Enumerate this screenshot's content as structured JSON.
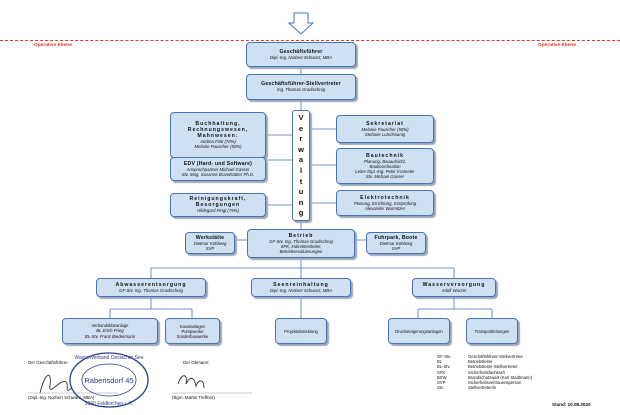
{
  "operative": {
    "left": "Operative Ebene",
    "right": "Operative Ebene"
  },
  "gf": {
    "title": "Geschäftsführer",
    "sub": "Dipl.-Ing. Norbert Schwarz, MBA"
  },
  "gfs": {
    "title": "Geschäftsführer-Stellvertreter",
    "sub": "Ing. Thomas Gradischnig"
  },
  "buchhaltung": {
    "title": "Buchhaltung,",
    "title2": "Rechnungswesen,",
    "title3": "Mahnwesen:",
    "l1": "Andrea Fink (70%)",
    "l2": "Melanie Pauscher (50%)"
  },
  "sekretariat": {
    "title": "Sekretariat",
    "l1": "Melanie Pauscher (50%)",
    "l2": "Stefanie Lutschounig"
  },
  "edv": {
    "title": "EDV (Hard- und Software)",
    "l1": "Ansprechpartner Michael Gasser",
    "l2": "Stv. Mag. Susanne Brandstätter Ph.D."
  },
  "bautechnik": {
    "title": "Bautechnik",
    "l1": "Planung, Bauaufsicht,",
    "l2": "Baukoordination",
    "l3": "Leiter Dipl.-Ing. Peter Krameter",
    "l4": "Stv. Michael Gasser"
  },
  "reinigung": {
    "title": "Reinigungskraft,",
    "title2": "Besorgungen",
    "l1": "Hildegard Pingl (75%)"
  },
  "elektro": {
    "title": "Elektrotechnik",
    "l1": "Planung, Errichtung, Erstprüfung",
    "l2": "Alexander Wurmitzer"
  },
  "verwaltung": [
    "V",
    "e",
    "r",
    "w",
    "a",
    "l",
    "t",
    "u",
    "n",
    "g"
  ],
  "betrieb": {
    "title": "Betrieb",
    "l1": "GF-Stv. Ing. Thomas Gradischnig",
    "l2": "SFK, Indirekteinleiter,",
    "l3": "Betriebsevaluierungen"
  },
  "werkstaette": {
    "title": "Werkstätte",
    "l1": "Dietmar Kohlweg",
    "l2": "SVP"
  },
  "fuhrpark": {
    "title": "Fuhrpark, Boote",
    "l1": "Dietmar Kohlweg",
    "l2": "SVP"
  },
  "abwasser": {
    "title": "Abwasserentsorgung",
    "l1": "GF-Stv. Ing. Thomas Gradischnig"
  },
  "seen": {
    "title": "Seenreinhaltung",
    "l1": "Dipl.-Ing. Norbert Schwarz, MBA"
  },
  "wasser": {
    "title": "Wasserversorgung",
    "l1": "Adolf Wurzer"
  },
  "verband": {
    "title": "Verbandskläranlage",
    "l1": "BL Erich Prieg",
    "l2": "BL-Stv. Franz Biedermann"
  },
  "kanal": {
    "l1": "Kanalanlagen",
    "l2": "Pumpwerke",
    "l3": "Sonderbauwerke"
  },
  "projekt": {
    "l1": "Projektabwicklung"
  },
  "druck": {
    "l1": "Drucksteigerungsanlagen"
  },
  "transport": {
    "l1": "Transportleitungen"
  },
  "legend": [
    {
      "ab": "GF-Stv.",
      "full": "Geschäftsführer-Stellvertreter"
    },
    {
      "ab": "BL",
      "full": "Betriebsleiter"
    },
    {
      "ab": "BL-Stv.",
      "full": "Betriebsleiter-Stellvertreter"
    },
    {
      "ab": "SFK",
      "full": "Sicherheitsfachkraft"
    },
    {
      "ab": "BSW",
      "full": "Brandschutzwart (Karl Stadtmann)"
    },
    {
      "ab": "SVP",
      "full": "Sicherheitsvertrauensperson"
    },
    {
      "ab": "Stv.",
      "full": "Stellvertreter/in"
    }
  ],
  "signature": {
    "gf_label": "Der Geschäftsführer:",
    "gf_name": "(Dipl.-Ing. Norbert Schwarz, MBA)",
    "obmann_label": "Der Obmann:",
    "obmann_name": "(Bgm. Martin Treffner)"
  },
  "stamp": {
    "top": "Wasserverband Ossiacher See",
    "center": "Rabensdorf 45",
    "bottom": "9560 Feldkirchen i. K."
  },
  "stand": "Stand: 10.08.2020"
}
